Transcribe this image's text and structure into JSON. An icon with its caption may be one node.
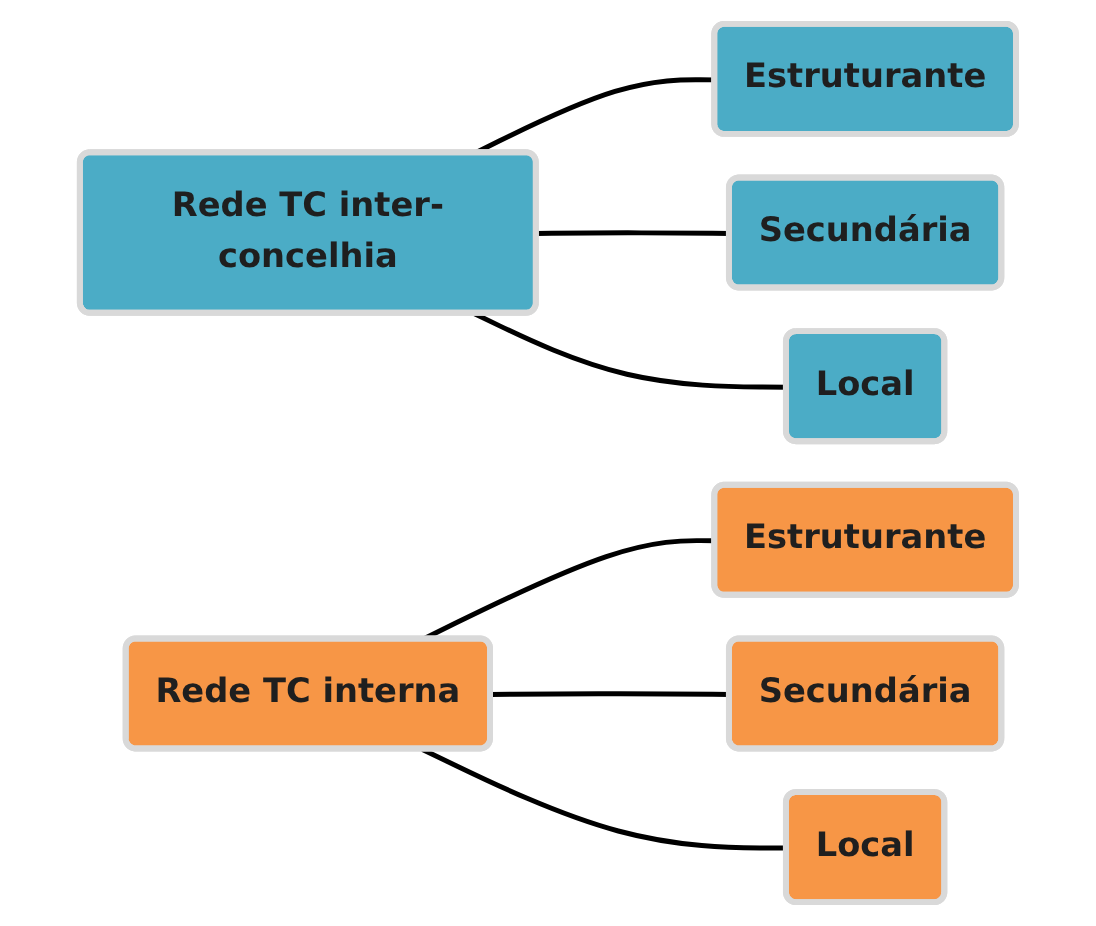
{
  "diagram": {
    "nodes": [
      {
        "text": [
          "Rede TC inter-concelhia"
        ]
      },
      {
        "text": [
          "Estruturante"
        ]
      },
      {
        "text": [
          "Secundária"
        ]
      },
      {
        "text": [
          "Local"
        ]
      },
      {
        "text": [
          "Rede TC interna"
        ]
      },
      {
        "text": [
          "Estruturante"
        ]
      },
      {
        "text": [
          "Secundária"
        ]
      },
      {
        "text": [
          "Local"
        ]
      }
    ],
    "edges": [
      {
        "from": 0,
        "to": 1,
        "arrow": "none"
      },
      {
        "from": 0,
        "to": 2,
        "arrow": "none"
      },
      {
        "from": 0,
        "to": 3,
        "arrow": "none"
      },
      {
        "from": 4,
        "to": 5,
        "arrow": "none"
      },
      {
        "from": 4,
        "to": 6,
        "arrow": "none"
      },
      {
        "from": 4,
        "to": 7,
        "arrow": "none"
      }
    ]
  }
}
